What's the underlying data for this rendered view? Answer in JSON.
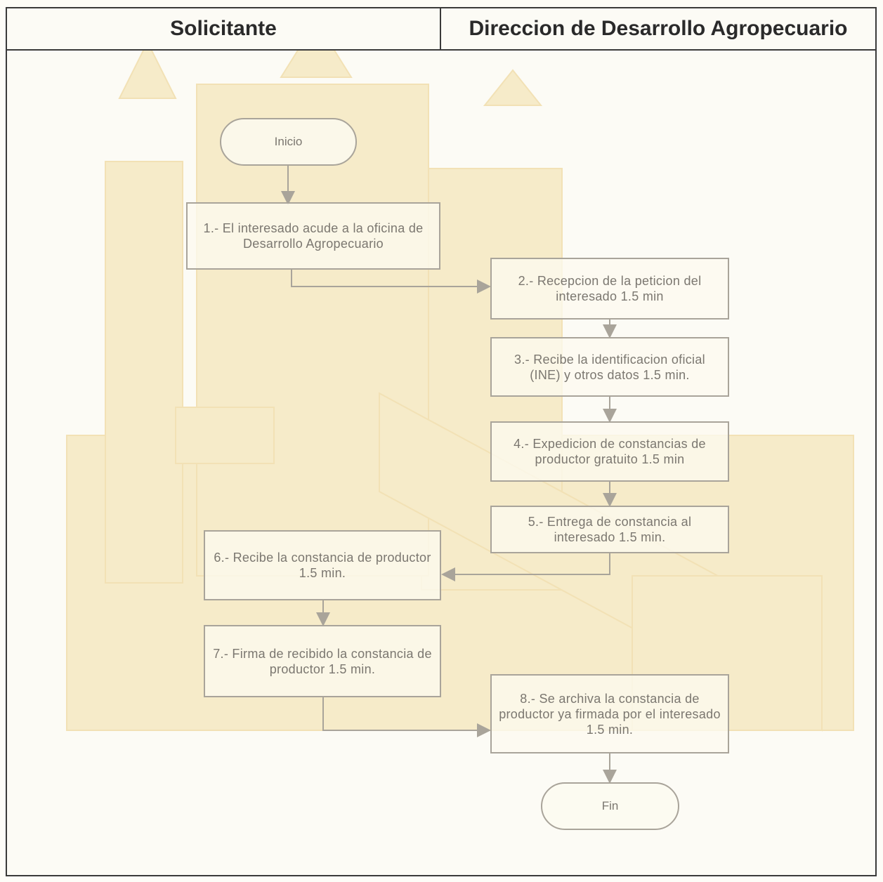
{
  "lanes": {
    "left": "Solicitante",
    "right": "Direccion de Desarrollo Agropecuario"
  },
  "nodes": {
    "start": "Inicio",
    "step1": "1.- El interesado acude a la oficina de Desarrollo Agropecuario",
    "step2": "2.- Recepcion de la peticion del interesado 1.5 min",
    "step3": "3.- Recibe la identificacion oficial (INE) y otros datos 1.5 min.",
    "step4": "4.- Expedicion de constancias de productor gratuito 1.5 min",
    "step5": "5.- Entrega de constancia al interesado 1.5 min.",
    "step6": "6.- Recibe la constancia de productor 1.5 min.",
    "step7": "7.- Firma de recibido la constancia de productor 1.5 min.",
    "step8": "8.- Se archiva la constancia de productor ya firmada por el interesado 1.5 min.",
    "end": "Fin"
  },
  "colors": {
    "watermark": "#f3e3b0",
    "line": "#a9a49a",
    "text": "#7b7770",
    "border": "#3a3a3a"
  }
}
